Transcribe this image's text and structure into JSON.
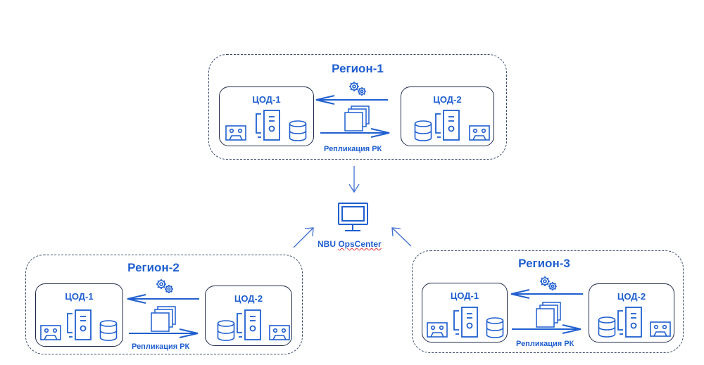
{
  "colors": {
    "accent": "#1f5fcf",
    "border": "#1e2a4a",
    "icon": "#1f5fcf"
  },
  "center": {
    "label_part1": "NBU ",
    "label_part2": "OpsCenter",
    "icon": "monitor-icon"
  },
  "regions": [
    {
      "title": "Регион-1",
      "dc1": "ЦОД-1",
      "dc2": "ЦОД-2",
      "replication": "Репликация РК"
    },
    {
      "title": "Регион-2",
      "dc1": "ЦОД-1",
      "dc2": "ЦОД-2",
      "replication": "Репликация РК"
    },
    {
      "title": "Регион-3",
      "dc1": "ЦОД-1",
      "dc2": "ЦОД-2",
      "replication": "Репликация РК"
    }
  ],
  "icons": {
    "tape": "tape-cassette-icon",
    "server": "server-icon",
    "database": "database-icon",
    "gears": "gears-icon",
    "documents": "documents-stack-icon"
  }
}
